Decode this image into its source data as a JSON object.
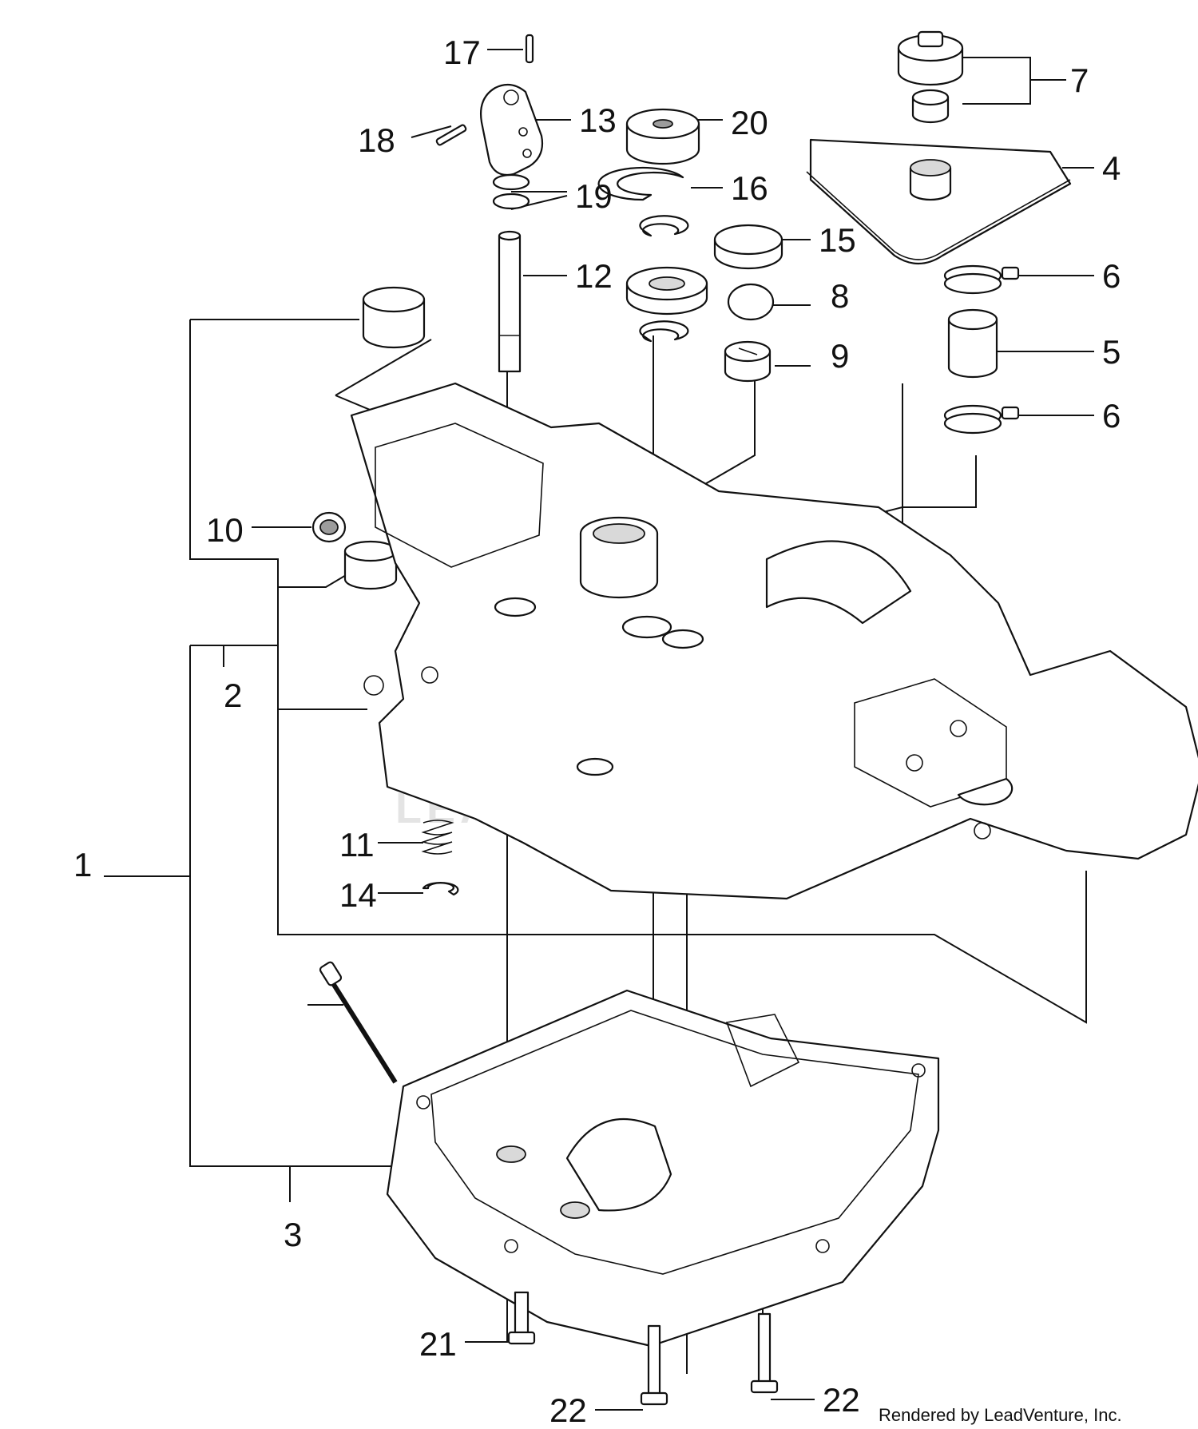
{
  "callouts": {
    "c1": "1",
    "c2": "2",
    "c3": "3",
    "c4": "4",
    "c5": "5",
    "c6a": "6",
    "c6b": "6",
    "c7": "7",
    "c8": "8",
    "c9": "9",
    "c10": "10",
    "c11": "11",
    "c12": "12",
    "c13": "13",
    "c14": "14",
    "c15": "15",
    "c16": "16",
    "c17": "17",
    "c18": "18",
    "c19": "19",
    "c20": "20",
    "c21": "21",
    "c22a": "22",
    "c22b": "22"
  },
  "watermark": "LEADVENTURE",
  "credit": "Rendered by LeadVenture, Inc."
}
